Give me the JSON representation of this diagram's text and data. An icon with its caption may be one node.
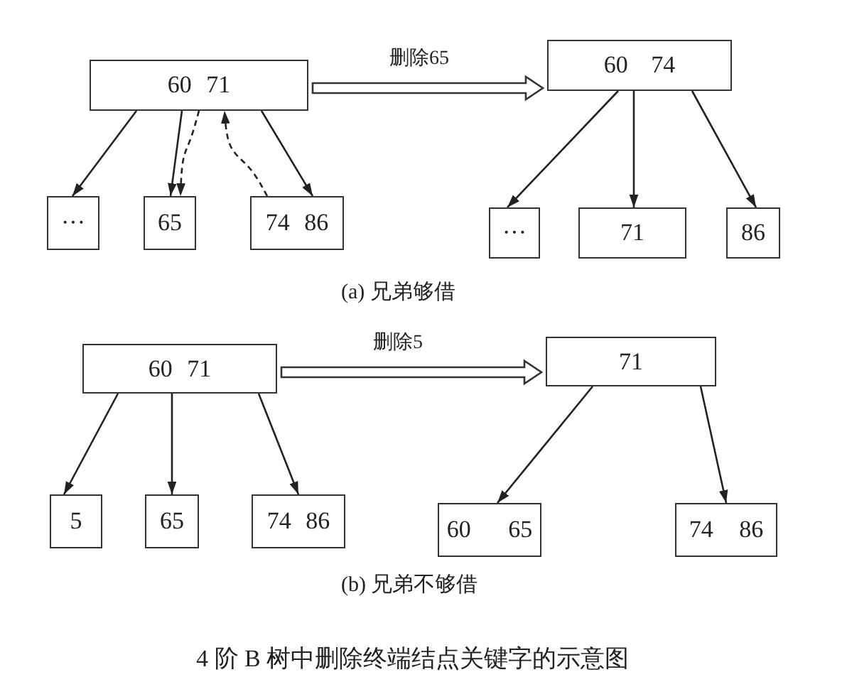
{
  "diagram": {
    "caption": "4 阶 B 树中删除终端结点关键字的示意图",
    "nodes": [
      {
        "text": [
          "60 71"
        ]
      },
      {
        "text": [
          "···"
        ]
      },
      {
        "text": [
          "65"
        ]
      },
      {
        "text": [
          "74 86"
        ]
      },
      {
        "text": [
          "60 74"
        ]
      },
      {
        "text": [
          "···"
        ]
      },
      {
        "text": [
          "71"
        ]
      },
      {
        "text": [
          "86"
        ]
      },
      {
        "text": [
          "60 71"
        ]
      },
      {
        "text": [
          "5"
        ]
      },
      {
        "text": [
          "65"
        ]
      },
      {
        "text": [
          "74 86"
        ]
      },
      {
        "text": [
          "71"
        ]
      },
      {
        "text": [
          "60 65"
        ]
      },
      {
        "text": [
          "74 86"
        ]
      }
    ],
    "edges": [
      {
        "from": 0,
        "to": 1,
        "arrow": "to"
      },
      {
        "from": 0,
        "to": 2,
        "arrow": "to"
      },
      {
        "from": 0,
        "to": 3,
        "arrow": "to"
      },
      {
        "from": 0,
        "to": 2,
        "arrow": "to",
        "style": "dashed"
      },
      {
        "from": 3,
        "to": 0,
        "arrow": "to",
        "style": "dashed"
      },
      {
        "from": 0,
        "to": 4,
        "arrow": "to",
        "style": "thick",
        "label": "删除65"
      },
      {
        "from": 4,
        "to": 5,
        "arrow": "to"
      },
      {
        "from": 4,
        "to": 6,
        "arrow": "to"
      },
      {
        "from": 4,
        "to": 7,
        "arrow": "to"
      },
      {
        "from": 8,
        "to": 9,
        "arrow": "to"
      },
      {
        "from": 8,
        "to": 10,
        "arrow": "to"
      },
      {
        "from": 8,
        "to": 11,
        "arrow": "to"
      },
      {
        "from": 8,
        "to": 12,
        "arrow": "to",
        "style": "thick",
        "label": "删除5"
      },
      {
        "from": 12,
        "to": 13,
        "arrow": "to"
      },
      {
        "from": 12,
        "to": 14,
        "arrow": "to"
      }
    ],
    "labels": [
      "(a) 兄弟够借",
      "(b) 兄弟不够借"
    ]
  }
}
